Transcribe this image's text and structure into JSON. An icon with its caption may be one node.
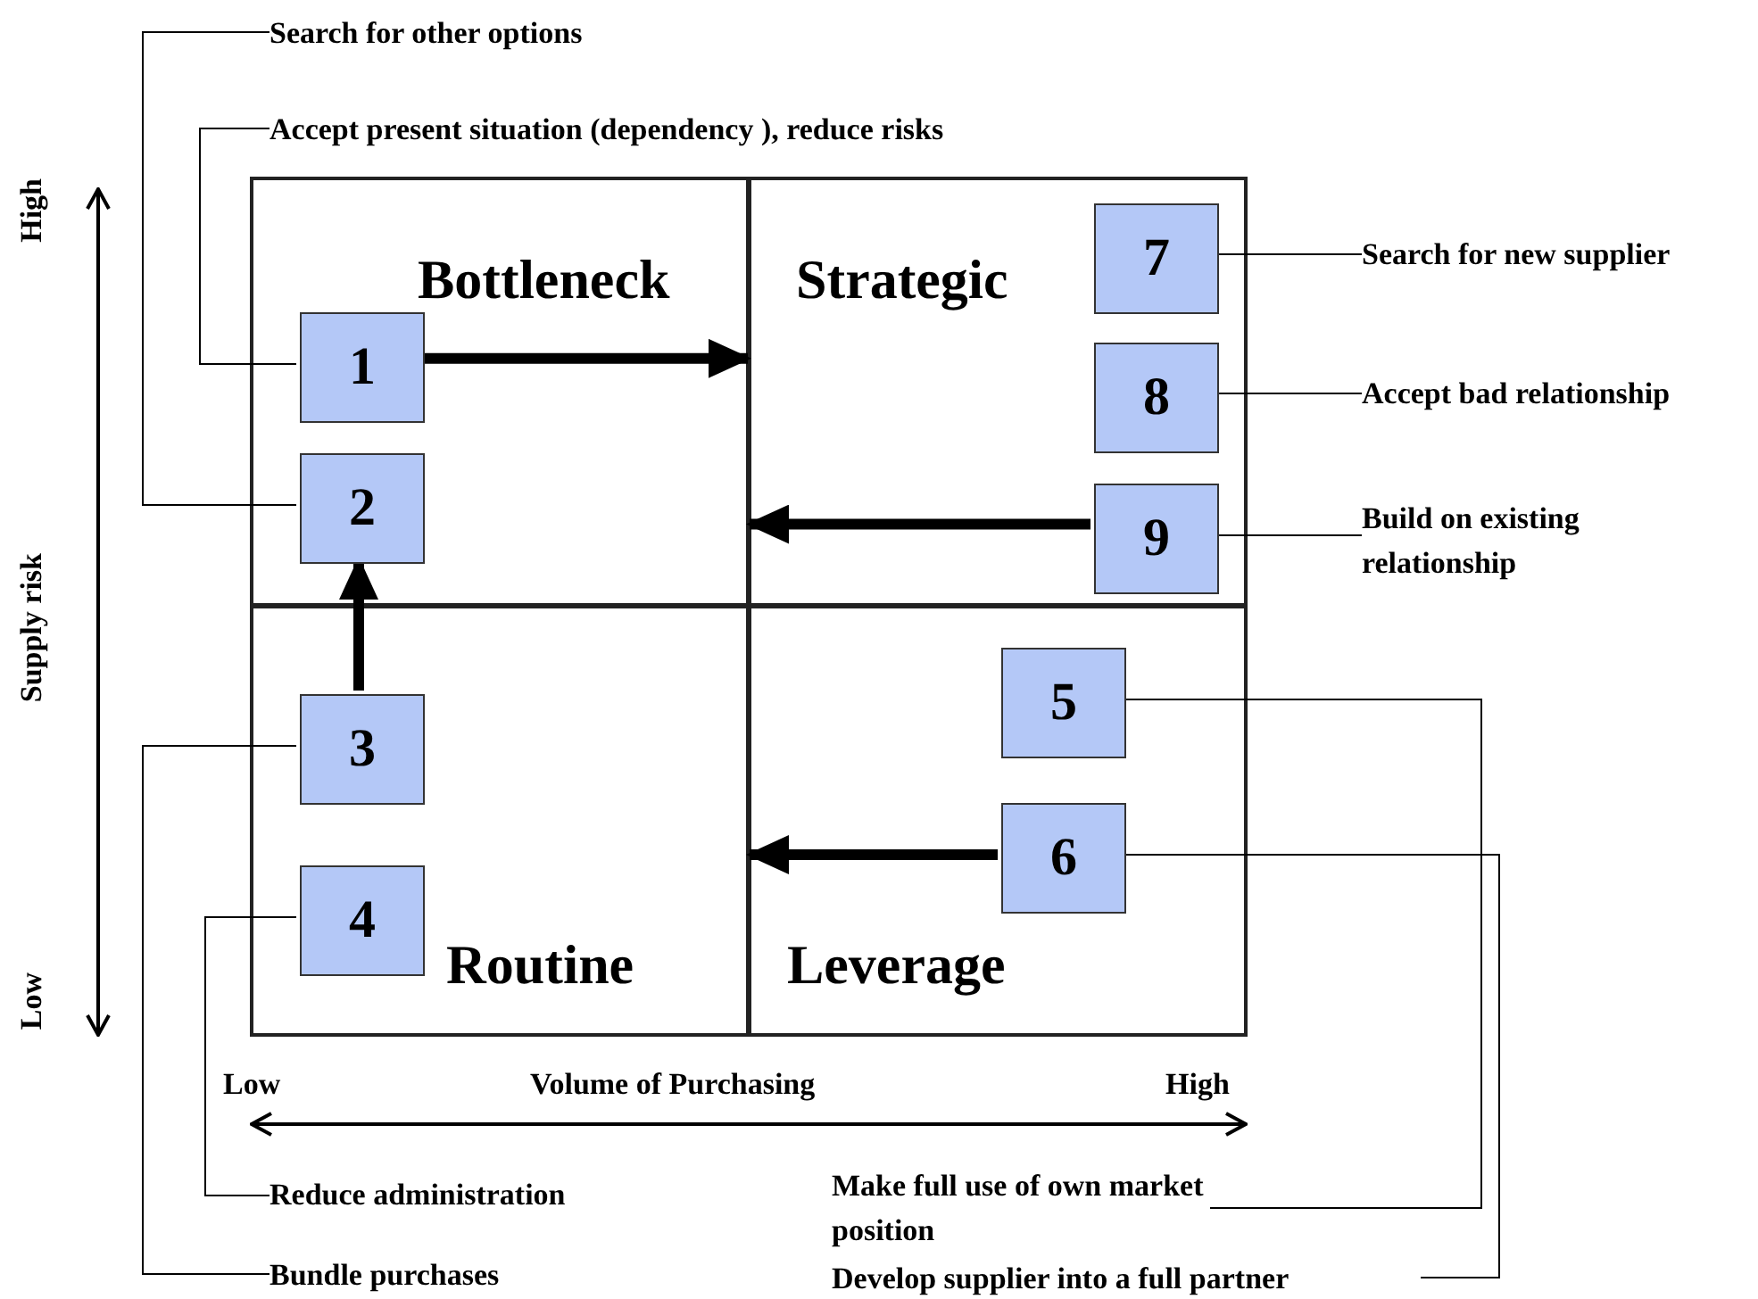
{
  "diagram": {
    "nodes": [
      {
        "text": [
          "Bottleneck"
        ]
      },
      {
        "text": [
          "1"
        ],
        "in": 0
      },
      {
        "text": [
          "2"
        ],
        "in": 0
      },
      {
        "text": [
          "Strategic"
        ]
      },
      {
        "text": [
          "7"
        ],
        "in": 3
      },
      {
        "text": [
          "8"
        ],
        "in": 3
      },
      {
        "text": [
          "9"
        ],
        "in": 3
      },
      {
        "text": [
          "Routine"
        ]
      },
      {
        "text": [
          "3"
        ],
        "in": 7
      },
      {
        "text": [
          "4"
        ],
        "in": 7
      },
      {
        "text": [
          "Leverage"
        ]
      },
      {
        "text": [
          "5"
        ],
        "in": 10
      },
      {
        "text": [
          "6"
        ],
        "in": 10
      },
      {
        "text": [
          "Search for other options"
        ]
      },
      {
        "text": [
          "Accept present situation (dependency ), reduce risks"
        ]
      },
      {
        "text": [
          "Search for new supplier"
        ]
      },
      {
        "text": [
          "Accept bad relationship"
        ]
      },
      {
        "text": [
          "Build on existing relationship"
        ]
      },
      {
        "text": [
          "Reduce administration"
        ]
      },
      {
        "text": [
          "Make full use of own market position"
        ]
      },
      {
        "text": [
          "Bundle purchases"
        ]
      },
      {
        "text": [
          "Develop supplier into a full partner"
        ]
      }
    ],
    "edges": [
      {
        "from": 1,
        "to": 3,
        "arrow": "to",
        "style": "thick"
      },
      {
        "from": 6,
        "to": 0,
        "arrow": "to",
        "style": "thick"
      },
      {
        "from": 8,
        "to": 2,
        "arrow": "to",
        "style": "thick"
      },
      {
        "from": 12,
        "to": 7,
        "arrow": "to",
        "style": "thick"
      },
      {
        "from": 13,
        "to": 2,
        "arrow": "none"
      },
      {
        "from": 14,
        "to": 1,
        "arrow": "none"
      },
      {
        "from": 15,
        "to": 4,
        "arrow": "none"
      },
      {
        "from": 16,
        "to": 5,
        "arrow": "none"
      },
      {
        "from": 17,
        "to": 6,
        "arrow": "none"
      },
      {
        "from": 18,
        "to": 9,
        "arrow": "none"
      },
      {
        "from": 19,
        "to": 11,
        "arrow": "none"
      },
      {
        "from": 20,
        "to": 8,
        "arrow": "none"
      },
      {
        "from": 21,
        "to": 12,
        "arrow": "none"
      }
    ],
    "labels": [
      "High",
      "Supply risk",
      "Low",
      "Low",
      "Volume of Purchasing",
      "High"
    ]
  }
}
